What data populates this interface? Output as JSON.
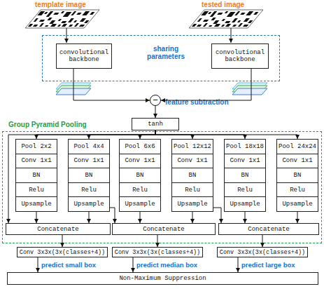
{
  "diagram": {
    "nodes": [
      {
        "text": [
          "sharing parameters"
        ]
      },
      {
        "text": [
          "convolutional backbone"
        ],
        "in": 0
      },
      {
        "text": [
          "convolutional backbone"
        ],
        "in": 0
      },
      {
        "text": [
          "−"
        ]
      },
      {
        "text": [
          "tanh"
        ]
      },
      {
        "text": [
          "Group Pyramid Pooling"
        ]
      },
      {
        "text": [
          "Pool 2x2",
          "Conv 1x1",
          "BN",
          "Relu",
          "Upsample"
        ],
        "in": 5
      },
      {
        "text": [
          "Pool 4x4",
          "Conv 1x1",
          "BN",
          "Relu",
          "Upsample"
        ],
        "in": 5
      },
      {
        "text": [
          "Pool 6x6",
          "Conv 1x1",
          "BN",
          "Relu",
          "Upsample"
        ],
        "in": 5
      },
      {
        "text": [
          "Pool 12x12",
          "Conv 1x1",
          "BN",
          "Relu",
          "Upsample"
        ],
        "in": 5
      },
      {
        "text": [
          "Pool 18x18",
          "Conv 1x1",
          "BN",
          "Relu",
          "Upsample"
        ],
        "in": 5
      },
      {
        "text": [
          "Pool 24x24",
          "Conv 1x1",
          "BN",
          "Relu",
          "Upsample"
        ],
        "in": 5
      },
      {
        "text": [
          "Concatenate"
        ],
        "in": 5
      },
      {
        "text": [
          "Concatenate"
        ],
        "in": 5
      },
      {
        "text": [
          "Concatenate"
        ],
        "in": 5
      },
      {
        "text": [
          "Conv 3x3x(3x(classes+4))"
        ]
      },
      {
        "text": [
          "Conv 3x3x(3x(classes+4))"
        ]
      },
      {
        "text": [
          "Conv 3x3x(3x(classes+4))"
        ]
      },
      {
        "text": [
          "Non-Maximum Suppression"
        ]
      }
    ],
    "edges": [
      {
        "from": 1,
        "to": 3,
        "arrow": "to"
      },
      {
        "from": 2,
        "to": 3,
        "arrow": "to"
      },
      {
        "from": 3,
        "to": 4,
        "arrow": "to"
      },
      {
        "from": 4,
        "to": 6,
        "arrow": "to"
      },
      {
        "from": 4,
        "to": 7,
        "arrow": "to"
      },
      {
        "from": 4,
        "to": 8,
        "arrow": "to"
      },
      {
        "from": 4,
        "to": 9,
        "arrow": "to"
      },
      {
        "from": 4,
        "to": 10,
        "arrow": "to"
      },
      {
        "from": 4,
        "to": 11,
        "arrow": "to"
      },
      {
        "from": 4,
        "to": 12,
        "arrow": "to"
      },
      {
        "from": 6,
        "to": 12,
        "arrow": "to"
      },
      {
        "from": 7,
        "to": 12,
        "arrow": "to"
      },
      {
        "from": 7,
        "to": 13,
        "arrow": "to"
      },
      {
        "from": 8,
        "to": 13,
        "arrow": "to"
      },
      {
        "from": 9,
        "to": 13,
        "arrow": "to"
      },
      {
        "from": 9,
        "to": 14,
        "arrow": "to"
      },
      {
        "from": 10,
        "to": 14,
        "arrow": "to"
      },
      {
        "from": 11,
        "to": 14,
        "arrow": "to"
      },
      {
        "from": 12,
        "to": 15,
        "arrow": "to"
      },
      {
        "from": 13,
        "to": 16,
        "arrow": "to"
      },
      {
        "from": 14,
        "to": 17,
        "arrow": "to"
      },
      {
        "from": 15,
        "to": 18,
        "arrow": "to",
        "label": "predict small box"
      },
      {
        "from": 16,
        "to": 18,
        "arrow": "to",
        "label": "predict median box"
      },
      {
        "from": 17,
        "to": 18,
        "arrow": "to",
        "label": "predict large box"
      }
    ],
    "labels": [
      "template image",
      "tested image",
      "feature subtraction"
    ]
  }
}
